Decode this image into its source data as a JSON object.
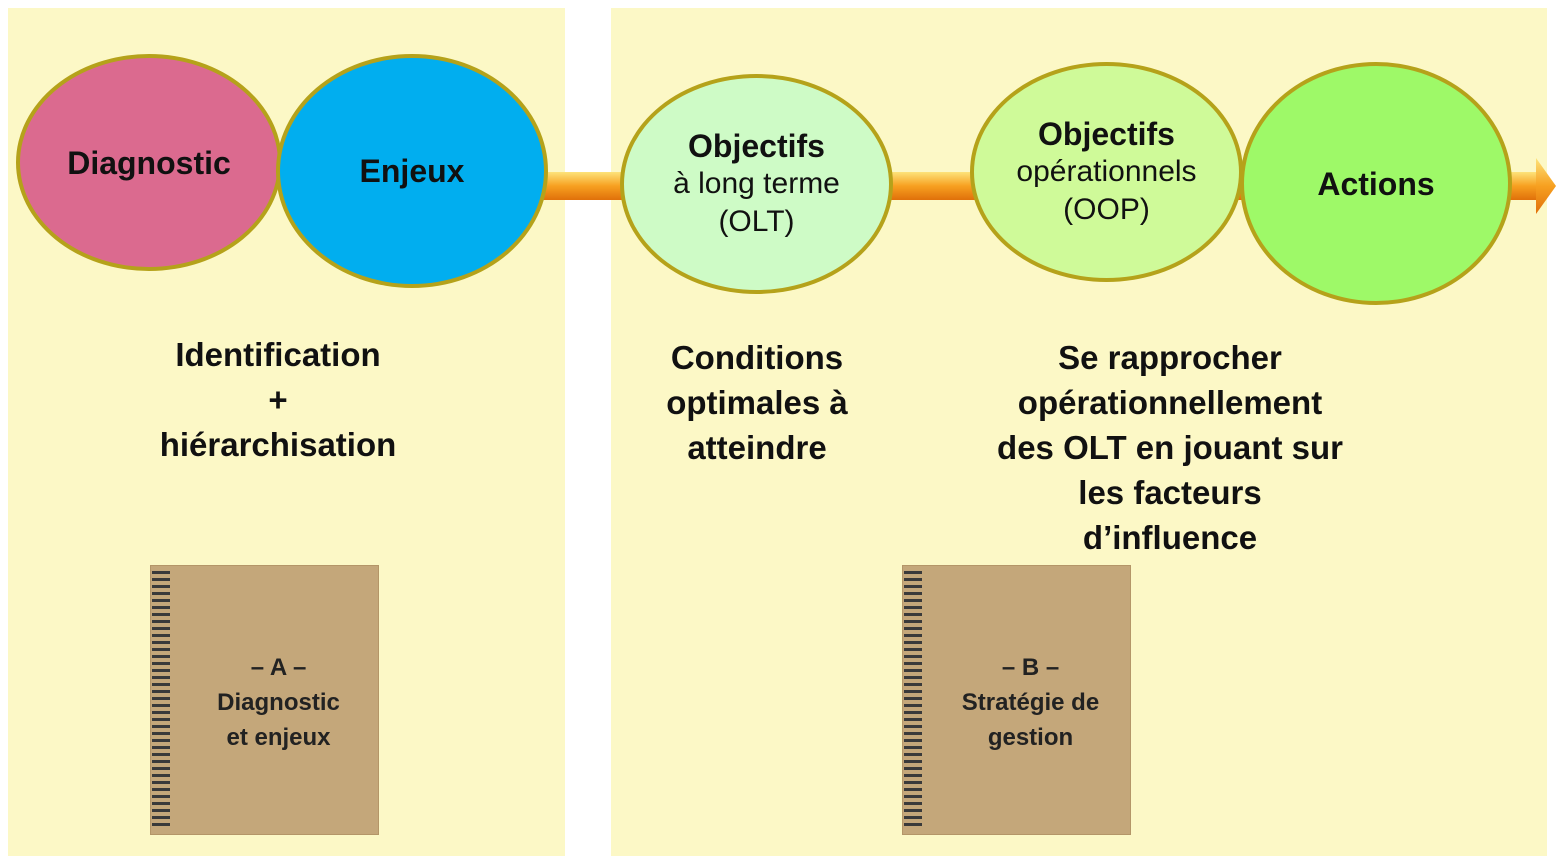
{
  "colors": {
    "panel_bg": "#fcf8c6",
    "circle_border": "#b5a21a",
    "diagnostic": "#db6a8f",
    "enjeux": "#01aeef",
    "olt": "#cefbc6",
    "oop": "#cffa99",
    "actions": "#9ef968",
    "arrow": "#f7a020"
  },
  "circles": {
    "diagnostic": {
      "title": "Diagnostic"
    },
    "enjeux": {
      "title": "Enjeux"
    },
    "olt": {
      "title": "Objectifs",
      "line1": "à long terme",
      "line2": "(OLT)"
    },
    "oop": {
      "title": "Objectifs",
      "line1": "opérationnels",
      "line2": "(OOP)"
    },
    "actions": {
      "title": "Actions"
    }
  },
  "captions": {
    "identification": [
      "Identification",
      "+",
      "hiérarchisation"
    ],
    "conditions": [
      "Conditions",
      "optimales à",
      "atteindre"
    ],
    "rapprocher": [
      "Se rapprocher",
      "opérationnellement",
      "des OLT en jouant sur",
      "les facteurs",
      "d’influence"
    ]
  },
  "notebooks": {
    "a": {
      "letter": "– A –",
      "line1": "Diagnostic",
      "line2": "et enjeux"
    },
    "b": {
      "letter": "– B –",
      "line1": "Stratégie de",
      "line2": "gestion"
    }
  }
}
